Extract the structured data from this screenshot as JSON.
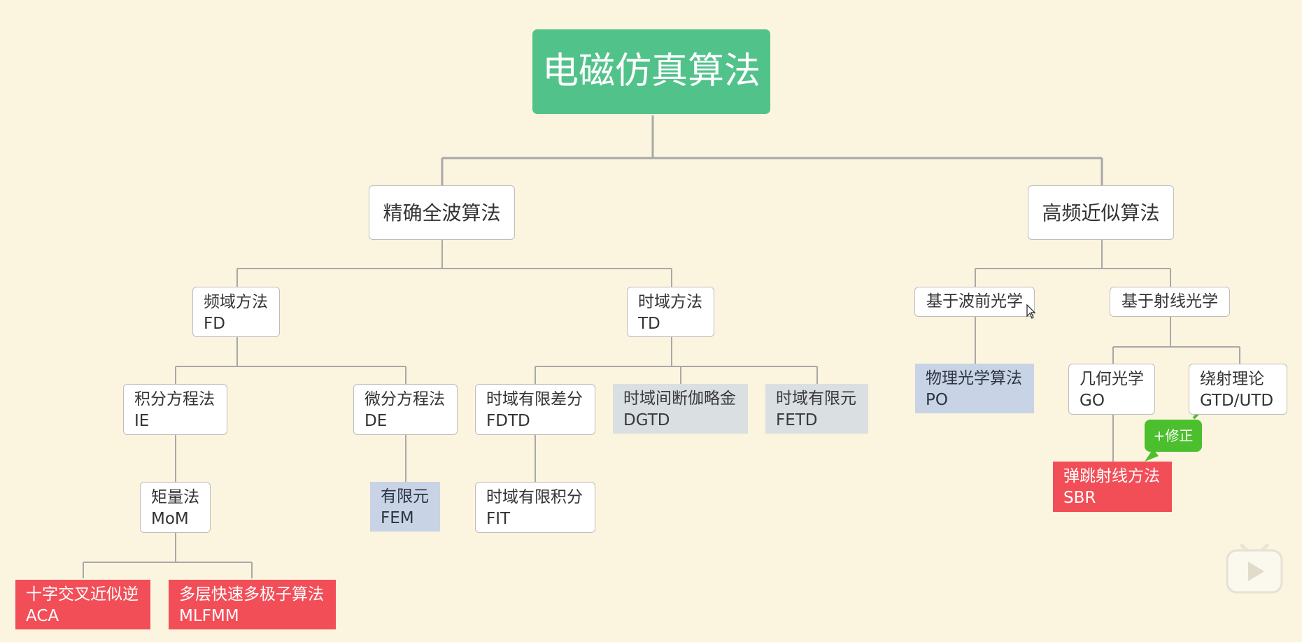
{
  "root": {
    "label": "电磁仿真算法"
  },
  "level1": {
    "exact": "精确全波算法",
    "high_freq": "高频近似算法"
  },
  "nodes": {
    "fd": [
      "频域方法",
      "FD"
    ],
    "td": [
      "时域方法",
      "TD"
    ],
    "wavefront": "基于波前光学",
    "ray": "基于射线光学",
    "ie": [
      "积分方程法",
      "IE"
    ],
    "de": [
      "微分方程法",
      "DE"
    ],
    "fdtd": [
      "时域有限差分",
      "FDTD"
    ],
    "dgtd": [
      "时域间断伽略金",
      "DGTD"
    ],
    "fetd": [
      "时域有限元",
      "FETD"
    ],
    "po": [
      "物理光学算法",
      "PO"
    ],
    "go": [
      "几何光学",
      "GO"
    ],
    "gtd": [
      "绕射理论",
      "GTD/UTD"
    ],
    "mom": [
      "矩量法",
      "MoM"
    ],
    "fem": [
      "有限元",
      "FEM"
    ],
    "fit": [
      "时域有限积分",
      "FIT"
    ],
    "sbr": [
      "弹跳射线方法",
      "SBR"
    ],
    "aca": [
      "十字交叉近似逆",
      "ACA"
    ],
    "mlfmm": [
      "多层快速多极子算法",
      "MLFMM"
    ]
  },
  "annotation": {
    "label": "+修正"
  },
  "icons": {
    "player": "play-icon",
    "pointer": "cursor-icon"
  },
  "colors": {
    "background": "#fbf4de",
    "root": "#52c28b",
    "highlight_red": "#f24e58",
    "highlight_blue": "#c8d3e6",
    "highlight_gray": "#dadfe1",
    "tag_green": "#4cbf2e",
    "connector": "#a8a8a8"
  }
}
